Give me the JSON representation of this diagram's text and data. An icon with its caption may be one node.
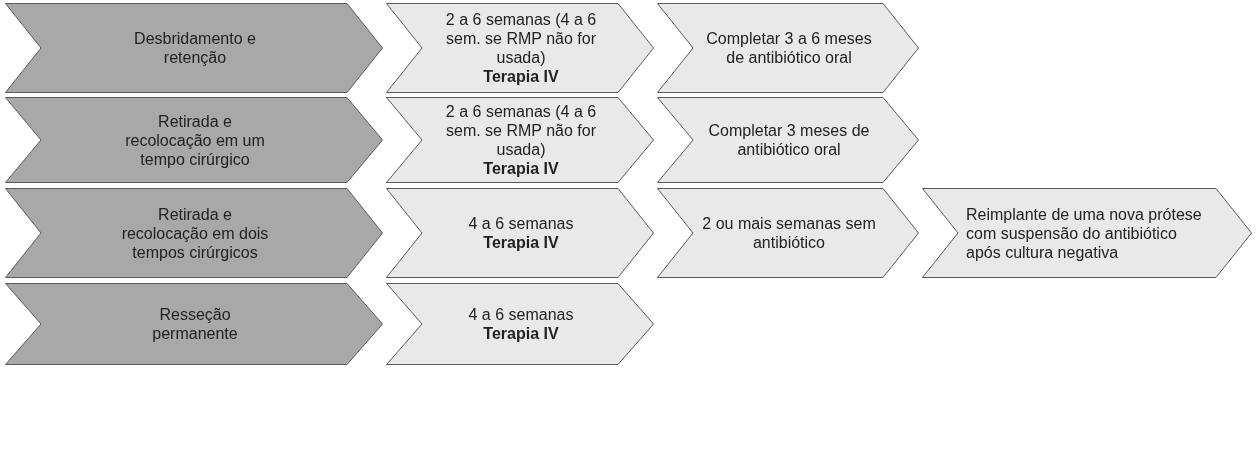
{
  "diagram": {
    "nodes": [
      {
        "text": [
          "Desbridamento e retenção"
        ]
      },
      {
        "text": [
          "2 a 6 semanas (4 a 6 sem. se RMP não for usada) **Terapia IV**"
        ]
      },
      {
        "text": [
          "Completar 3 a 6 meses de antibiótico oral"
        ]
      },
      {
        "text": [
          "Retirada e recolocação em um tempo cirúrgico"
        ]
      },
      {
        "text": [
          "2 a 6 semanas (4 a 6 sem. se RMP não for usada) **Terapia IV**"
        ]
      },
      {
        "text": [
          "Completar 3 meses de antibiótico oral"
        ]
      },
      {
        "text": [
          "Retirada e recolocação em dois tempos cirúrgicos"
        ]
      },
      {
        "text": [
          "4 a 6 semanas **Terapia IV**"
        ]
      },
      {
        "text": [
          "2 ou mais semanas sem antibiótico"
        ]
      },
      {
        "text": [
          "Reimplante de uma nova prótese com suspensão do antibiótico após cultura negativa"
        ]
      },
      {
        "text": [
          "Resseção permanente"
        ]
      },
      {
        "text": [
          "4 a 6 semanas **Terapia IV**"
        ]
      }
    ]
  }
}
